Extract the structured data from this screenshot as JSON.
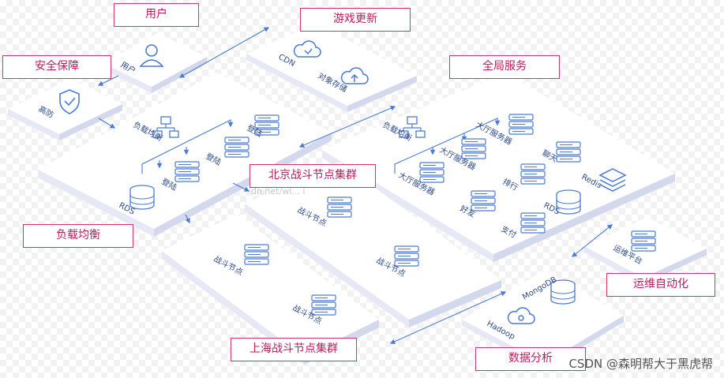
{
  "callouts": {
    "users": "用户",
    "game_update": "游戏更新",
    "security": "安全保障",
    "global_service": "全局服务",
    "beijing_cluster": "北京战斗节点集群",
    "load_balance": "负载均衡",
    "ops_automation": "运维自动化",
    "shanghai_cluster": "上海战斗节点集群",
    "data_analysis": "数据分析"
  },
  "nodes": {
    "user": "用户",
    "cdn": "CDN",
    "object_storage": "对象存储",
    "ddos": "高防",
    "lb_left": "负载均衡",
    "login_1": "登陆",
    "login_2": "登陆",
    "login_3": "登陆",
    "rds_left": "RDS",
    "lb_right": "负载均衡",
    "hall_1": "大厅服务器",
    "hall_2": "大厅服务器",
    "hall_3": "大厅服务器",
    "chat": "聊天",
    "ranking": "排行",
    "friends": "好友",
    "rds_right": "RDS",
    "redis": "Redis",
    "payment": "支付",
    "battle_bj_1": "战斗节点",
    "battle_bj_2": "战斗节点",
    "battle_sh_1": "战斗节点",
    "battle_sh_2": "战斗节点",
    "ops_platform": "运维平台",
    "mongodb": "MongoDB",
    "hadoop": "Hadoop"
  },
  "watermark": "CSDN @森明帮大于黑虎帮",
  "watermark_faint": "dn.net/wI... i",
  "colors": {
    "platform_top": "#ffffff",
    "platform_side": "#dfe3f2",
    "icon_stroke": "#4a7bd6",
    "connector": "#4a7bd6",
    "callout_border": "#d6336c",
    "callout_text": "#c2185b"
  }
}
